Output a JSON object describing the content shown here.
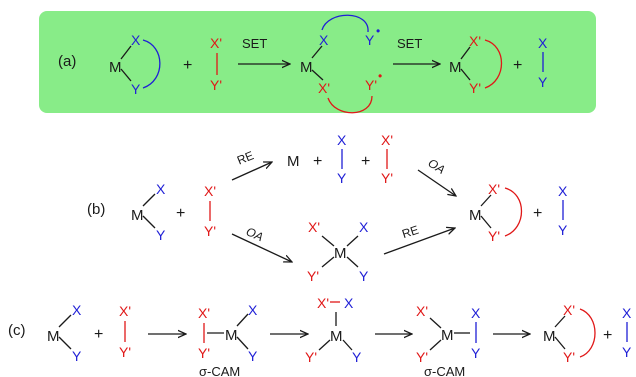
{
  "colors": {
    "panel_background": "#88ec88",
    "metal_text": "#1a1a1a",
    "ligand_blue": "#1f1fd6",
    "substrate_red": "#e01818"
  },
  "labels": {
    "row_a": "(a)",
    "row_b": "(b)",
    "row_c": "(c)",
    "set": "SET",
    "re": "RE",
    "oa": "OA",
    "sigma_cam": "σ-CAM"
  },
  "atoms": {
    "metal": "M",
    "x": "X",
    "y": "Y",
    "x_prime": "X'",
    "y_prime": "Y'",
    "plus": "+",
    "radical": "•"
  }
}
